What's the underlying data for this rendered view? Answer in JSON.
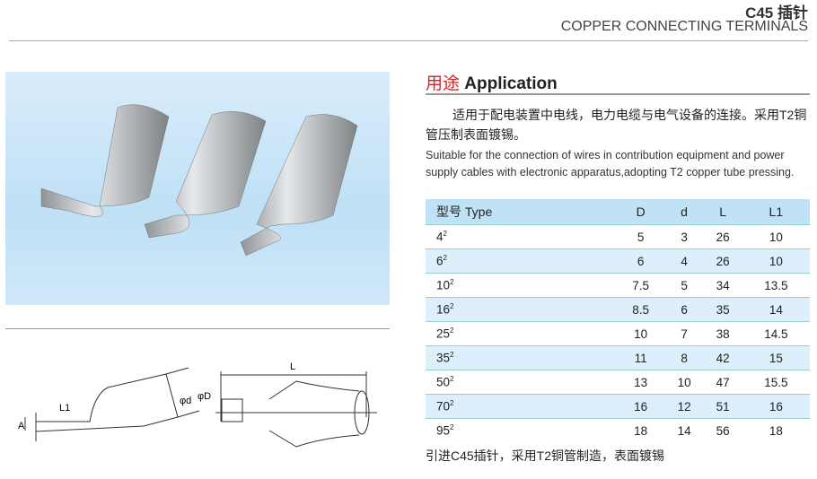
{
  "header": {
    "title": "C45 插针",
    "subtitle": "COPPER CONNECTING TERMINALS"
  },
  "application": {
    "title_cn": "用途",
    "title_en": "Application",
    "desc_cn": "适用于配电装置中电线，电力电缆与电气设备的连接。采用T2铜管压制表面镀锡。",
    "desc_en": "Suitable for the connection of wires in contribution equipment and power supply cables with electronic apparatus,adopting T2 copper tube pressing."
  },
  "table": {
    "headers": [
      "型号 Type",
      "D",
      "d",
      "L",
      "L1"
    ],
    "rows": [
      [
        "4",
        "5",
        "3",
        "26",
        "10"
      ],
      [
        "6",
        "6",
        "4",
        "26",
        "10"
      ],
      [
        "10",
        "7.5",
        "5",
        "34",
        "13.5"
      ],
      [
        "16",
        "8.5",
        "6",
        "35",
        "14"
      ],
      [
        "25",
        "10",
        "7",
        "38",
        "14.5"
      ],
      [
        "35",
        "11",
        "8",
        "42",
        "15"
      ],
      [
        "50",
        "13",
        "10",
        "47",
        "15.5"
      ],
      [
        "70",
        "16",
        "12",
        "51",
        "16"
      ],
      [
        "95",
        "18",
        "14",
        "56",
        "18"
      ]
    ]
  },
  "note": "引进C45插针，采用T2铜管制造，表面镀锡",
  "diagram": {
    "labels": [
      "L1",
      "A",
      "φd",
      "φD",
      "L"
    ]
  }
}
